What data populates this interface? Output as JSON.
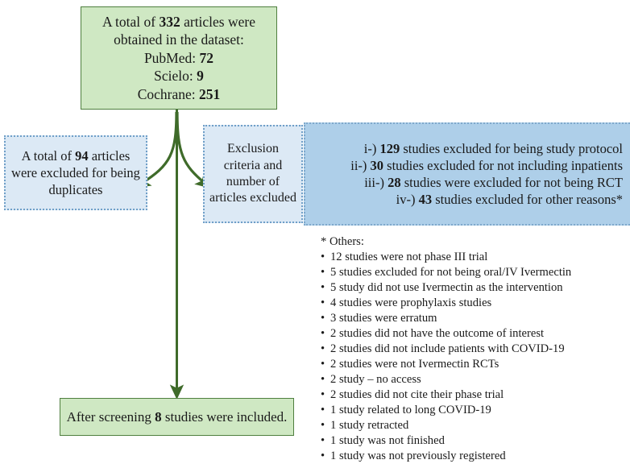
{
  "colors": {
    "green_fill": "#cfe8c3",
    "green_border": "#4f7f3f",
    "blue_light_fill": "#dce9f5",
    "blue_dark_fill": "#aecfe9",
    "blue_border": "#7fa9cc",
    "arrow": "#3f6b2a",
    "text": "#1a1a1a"
  },
  "flow": {
    "source_box": {
      "line1_pre": "A total of ",
      "line1_num": "332",
      "line1_post": " articles were",
      "line2": "obtained in the dataset:",
      "line3_label": "PubMed: ",
      "line3_num": "72",
      "line4_label": "Scielo: ",
      "line4_num": "9",
      "line5_label": "Cochrane: ",
      "line5_num": "251"
    },
    "duplicates_box": {
      "pre": "A total of ",
      "num": "94",
      "post": " articles were excluded for being duplicates"
    },
    "criteria_box": {
      "text": "Exclusion criteria and number of articles excluded"
    },
    "exclusions_box": {
      "items": [
        {
          "marker": "i-) ",
          "num": "129",
          "text": " studies excluded for being study protocol"
        },
        {
          "marker": "ii-) ",
          "num": "30",
          "text": " studies excluded for not including inpatients"
        },
        {
          "marker": "iii-) ",
          "num": "28",
          "text": " studies were excluded for not being RCT"
        },
        {
          "marker": "iv-) ",
          "num": "43",
          "text": " studies excluded for other reasons*"
        }
      ]
    },
    "included_box": {
      "pre": "After screening ",
      "num": "8",
      "post": " studies were included."
    }
  },
  "others": {
    "title": "* Others:",
    "items": [
      "12 studies were not phase III trial",
      "5 studies excluded for not being oral/IV Ivermectin",
      "5 study did not use Ivermectin as the intervention",
      "4 studies were prophylaxis studies",
      "3 studies were erratum",
      "2 studies did not have the outcome of interest",
      "2 studies did not include patients with COVID-19",
      "2 studies were not Ivermectin RCTs",
      "2 study – no access",
      "2 studies did not cite their phase trial",
      "1 study related to long COVID-19",
      "1 study retracted",
      "1 study was not finished",
      "1 study was not previously registered"
    ]
  }
}
